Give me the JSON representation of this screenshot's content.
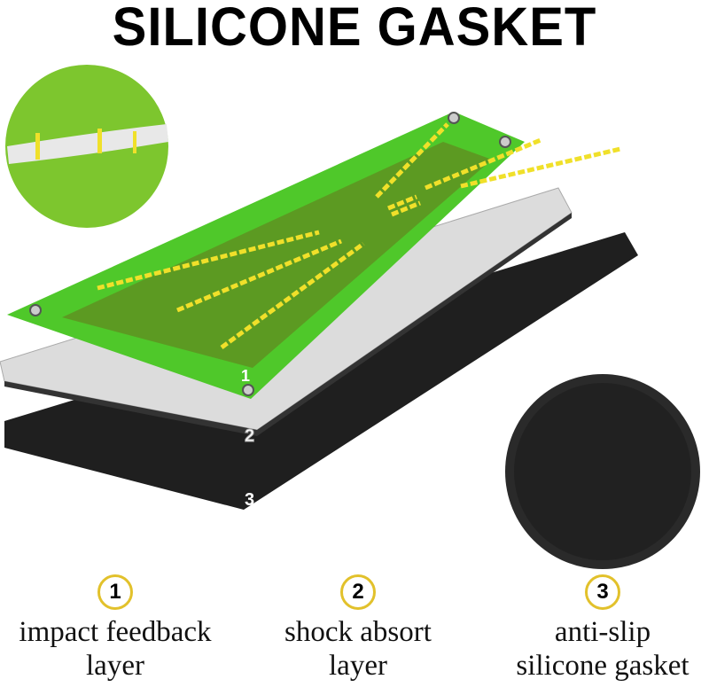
{
  "title": "SILICONE GASKET",
  "layer_markers": [
    "1",
    "2",
    "3"
  ],
  "captions": [
    {
      "number": "1",
      "line1": "impact feedback",
      "line2": "layer"
    },
    {
      "number": "2",
      "line1": "shock absort",
      "line2": "layer"
    },
    {
      "number": "3",
      "line1": "anti-slip",
      "line2": "silicone gasket"
    }
  ],
  "colors": {
    "mat_border": "#4fc82a",
    "mat_center": "#5c9a22",
    "lines": "#f0e02a",
    "shock_layer": "#d8d8d8",
    "gasket": "#222222",
    "badge_ring": "#e2c12b"
  }
}
